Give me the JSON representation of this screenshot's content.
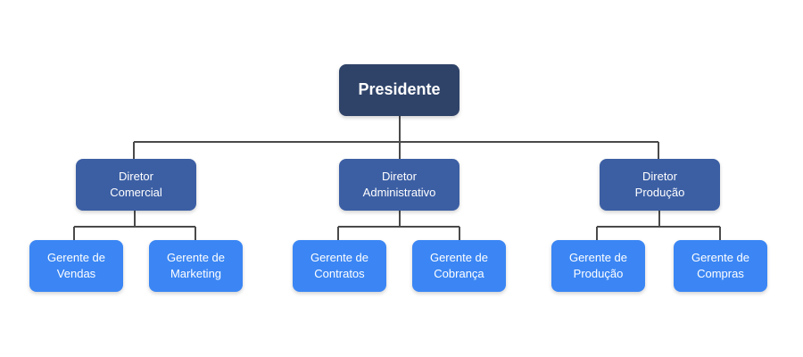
{
  "colors": {
    "president": "#2f4369",
    "director": "#3c5fa4",
    "manager": "#3b86f4",
    "connector": "#4a4a4a"
  },
  "org": {
    "president": "Presidente",
    "directors": [
      {
        "label": "Diretor\nComercial",
        "managers": [
          "Gerente de\nVendas",
          "Gerente de\nMarketing"
        ]
      },
      {
        "label": "Diretor\nAdministrativo",
        "managers": [
          "Gerente de\nContratos",
          "Gerente de\nCobrança"
        ]
      },
      {
        "label": "Diretor\nProdução",
        "managers": [
          "Gerente de\nProdução",
          "Gerente de\nCompras"
        ]
      }
    ]
  }
}
